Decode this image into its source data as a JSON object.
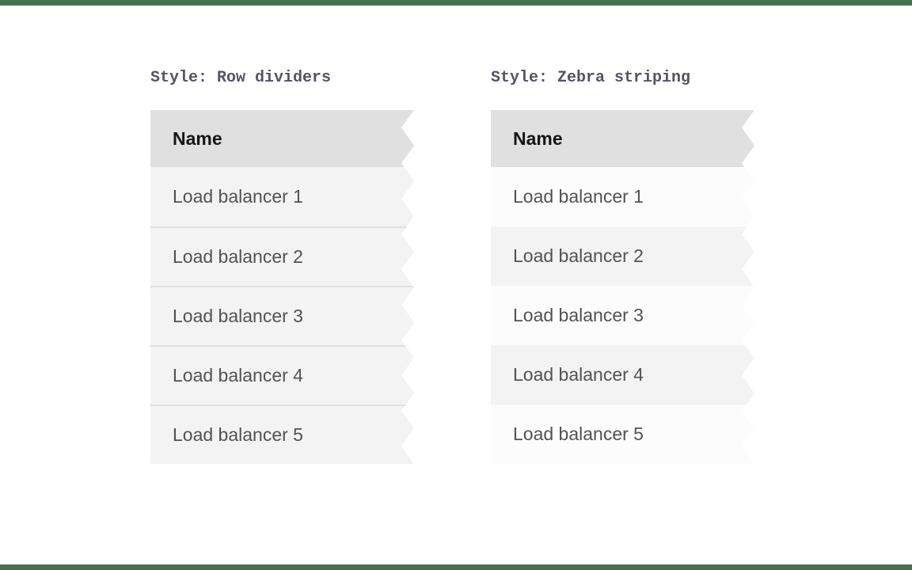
{
  "page": {
    "background": "#ffffff",
    "edge_strip_color": "#4a7051"
  },
  "colors": {
    "title_text": "#575263",
    "header_bg": "#e0e0e0",
    "header_text": "#161616",
    "row_text": "#525252",
    "row_bg": "#f3f3f3",
    "zebra_row_bg": "#fcfcfc",
    "divider": "#e0e0e0"
  },
  "examples": [
    {
      "title": "Style: Row dividers",
      "style": "row-dividers",
      "table": {
        "header": "Name",
        "rows": [
          "Load balancer 1",
          "Load balancer 2",
          "Load balancer 3",
          "Load balancer 4",
          "Load balancer 5"
        ]
      }
    },
    {
      "title": "Style: Zebra striping",
      "style": "zebra-striping",
      "table": {
        "header": "Name",
        "rows": [
          "Load balancer 1",
          "Load balancer 2",
          "Load balancer 3",
          "Load balancer 4",
          "Load balancer 5"
        ]
      }
    }
  ]
}
